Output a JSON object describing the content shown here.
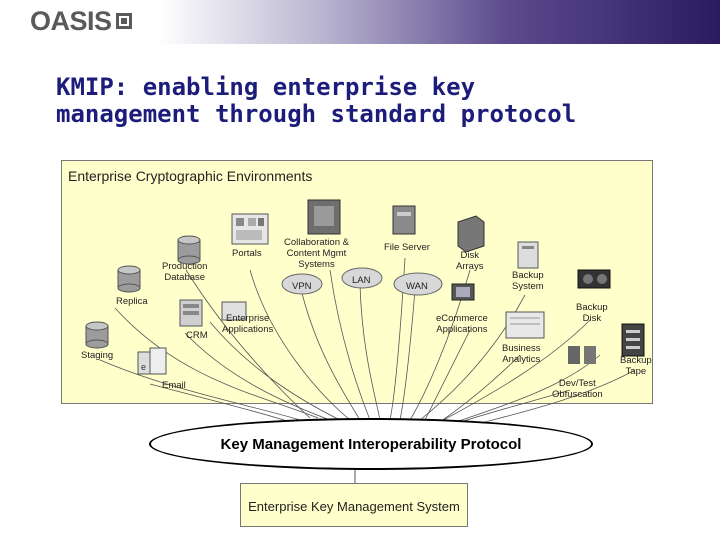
{
  "header": {
    "logo_text": "OASIS",
    "brand_color": "#3a2a78"
  },
  "title": {
    "line1": "KMIP: enabling enterprise key",
    "line2": "management through standard protocol"
  },
  "environment": {
    "title": "Enterprise Cryptographic Environments",
    "labels": {
      "portals": "Portals",
      "production_db_1": "Production",
      "production_db_2": "Database",
      "collab_1": "Collaboration &",
      "collab_2": "Content Mgmt",
      "collab_3": "Systems",
      "file_server": "File Server",
      "disk_arrays_1": "Disk",
      "disk_arrays_2": "Arrays",
      "backup_system_1": "Backup",
      "backup_system_2": "System",
      "vpn": "VPN",
      "lan": "LAN",
      "wan": "WAN",
      "replica": "Replica",
      "backup_disk_1": "Backup",
      "backup_disk_2": "Disk",
      "crm": "CRM",
      "enterprise_apps_1": "Enterprise",
      "enterprise_apps_2": "Applications",
      "ecommerce_1": "eCommerce",
      "ecommerce_2": "Applications",
      "staging": "Staging",
      "business_analytics_1": "Business",
      "business_analytics_2": "Analytics",
      "backup_tape_1": "Backup",
      "backup_tape_2": "Tape",
      "email": "Email",
      "devtest_1": "Dev/Test",
      "devtest_2": "Obfuscation"
    }
  },
  "protocol": {
    "label": "Key Management Interoperability Protocol"
  },
  "system": {
    "label": "Enterprise Key Management System"
  },
  "colors": {
    "environment_fill": "#ffffcc",
    "title_color": "#1c1c7a"
  }
}
